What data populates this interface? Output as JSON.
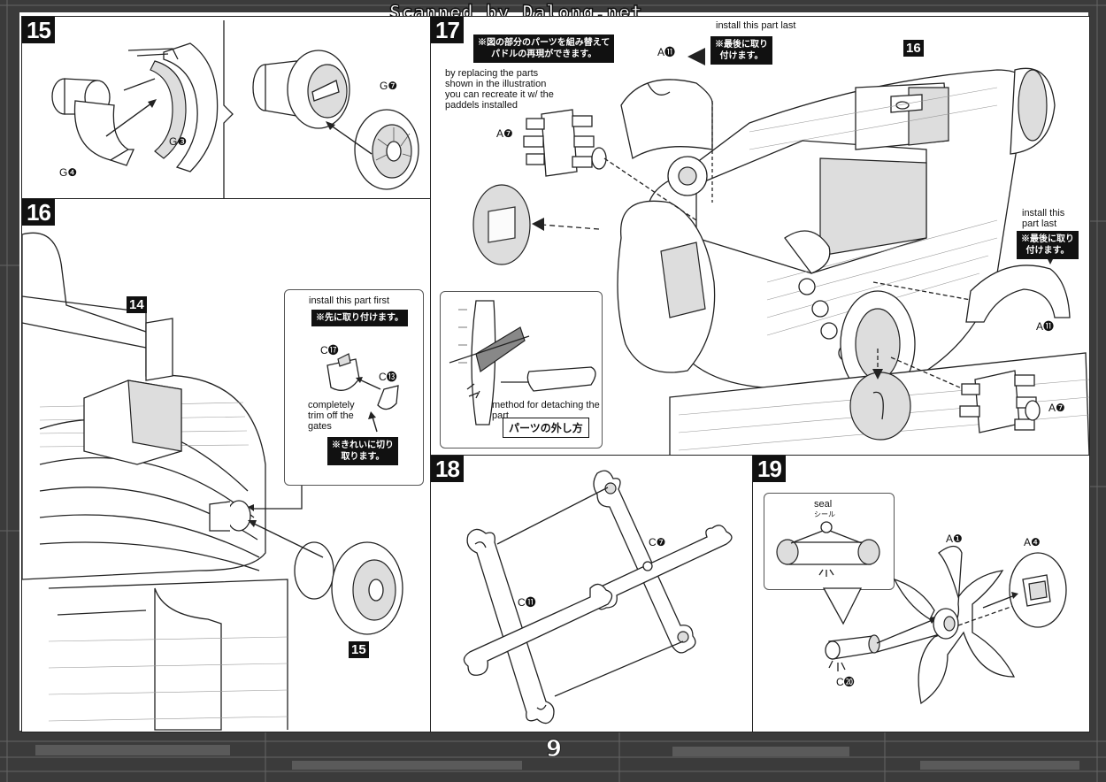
{
  "header": {
    "watermark": "Scanned by Dalong.net"
  },
  "footer": {
    "page_number": "9"
  },
  "step15": {
    "number": "15",
    "part_g4": "G❹",
    "part_g3": "G❸",
    "part_g7": "G❼"
  },
  "step16": {
    "number": "16",
    "ref_14": "14",
    "ref_15": "15",
    "callout": {
      "install_first_en": "install this part first",
      "install_first_jp": "※先に取り付けます。",
      "part_c17": "C⓱",
      "part_c13": "C⓭",
      "trim_en": "completely trim off the gates",
      "trim_jp_line1": "※きれいに切り",
      "trim_jp_line2": "取ります。"
    }
  },
  "step17": {
    "number": "17",
    "ref_16": "16",
    "replace_jp_line1": "※図の部分のパーツを組み替えて",
    "replace_jp_line2": "パドルの再現ができます。",
    "replace_en": "by replacing the parts shown in the illustration you can recreate it w/ the paddels installed",
    "install_last_en_top": "install this part last",
    "install_last_jp_top_line1": "※最後に取り",
    "install_last_jp_top_line2": "付けます。",
    "install_last_en_right": "install this part last",
    "install_last_jp_right_line1": "※最後に取り",
    "install_last_jp_right_line2": "付けます。",
    "part_a11_top": "A⓫",
    "part_a7_left": "A❼",
    "part_a11_right": "A⓫",
    "part_a7_right": "A❼",
    "detach_en": "method for detaching the part",
    "detach_jp": "パーツの外し方"
  },
  "step18": {
    "number": "18",
    "part_c7": "C❼",
    "part_c11": "C⓫"
  },
  "step19": {
    "number": "19",
    "seal_en": "seal",
    "seal_jp": "シール",
    "part_a1": "A❶",
    "part_a4": "A❹",
    "part_c20": "C⓴"
  }
}
